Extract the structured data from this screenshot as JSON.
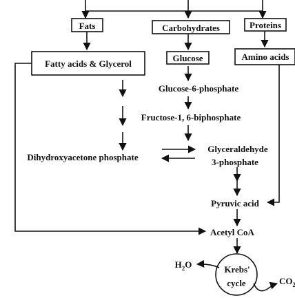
{
  "diagram": {
    "nodes": {
      "fats": "Fats",
      "carbohydrates": "Carbohydrates",
      "proteins": "Proteins",
      "fatty_acids_glycerol": "Fatty acids & Glycerol",
      "glucose": "Glucose",
      "amino_acids": "Amino acids",
      "glucose_6_phosphate": "Glucose-6-phosphate",
      "fructose_biphosphate": "Fructose-1, 6-biphosphate",
      "dihydroxyacetone_phosphate": "Dihydroxyacetone phosphate",
      "glyceraldehyde_line1": "Glyceraldehyde",
      "glyceraldehyde_line2": "3-phosphate",
      "pyruvic_acid": "Pyruvic acid",
      "acetyl_coa": "Acetyl CoA",
      "krebs_line1": "Krebs'",
      "krebs_line2": "cycle",
      "water_base": "H",
      "water_sub": "2",
      "water_tail": "O",
      "co2_base": "CO",
      "co2_sub": "2"
    }
  }
}
